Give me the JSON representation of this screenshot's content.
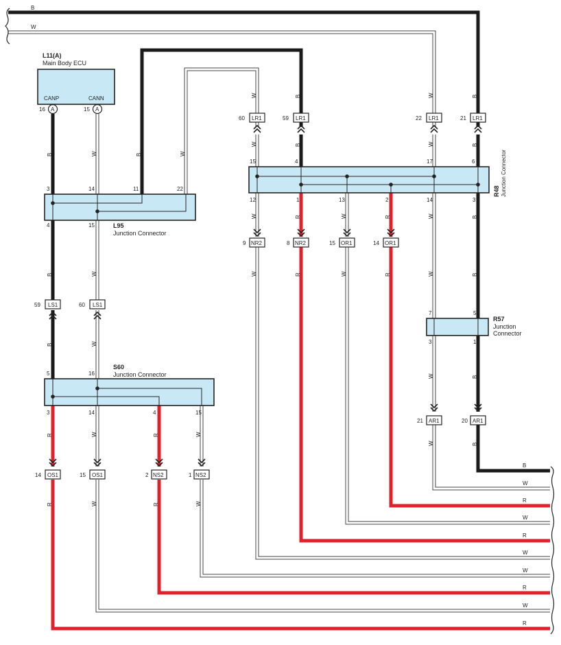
{
  "wire_colors": {
    "B": "#1a1a1a",
    "W": "#ffffff",
    "R": "#e0212b",
    "outline": "#444444",
    "box_fill": "#c9e8f5"
  },
  "icons": {
    "arrow": "chevron-double",
    "pin": "circle-letter",
    "break": "wire-break-brace"
  },
  "ecu": {
    "id": "L11(A)",
    "name": "Main Body ECU",
    "canp": "CANP",
    "cann": "CANN",
    "pin16": "16",
    "pin15": "15",
    "term_a1": "A",
    "term_a2": "A"
  },
  "l95": {
    "id": "L95",
    "name": "Junction Connector",
    "top": [
      "3",
      "14",
      "11",
      "22"
    ],
    "bottom": [
      "4",
      "15"
    ]
  },
  "r48": {
    "id": "R48",
    "name": "Junction Connector",
    "top": [
      "15",
      "4",
      "17",
      "6"
    ],
    "bottom": [
      "12",
      "1",
      "13",
      "2",
      "14",
      "3"
    ]
  },
  "r57": {
    "id": "R57",
    "name": "Junction\nConnector",
    "name1": "Junction",
    "name2": "Connector",
    "top": [
      "7",
      "5"
    ],
    "bottom": [
      "3",
      "1"
    ]
  },
  "s60": {
    "id": "S60",
    "name": "Junction Connector",
    "top": [
      "5",
      "16"
    ],
    "bottom": [
      "3",
      "14",
      "4",
      "15"
    ]
  },
  "connectors": [
    {
      "pin": "60",
      "label": "LR1"
    },
    {
      "pin": "59",
      "label": "LR1"
    },
    {
      "pin": "22",
      "label": "LR1"
    },
    {
      "pin": "21",
      "label": "LR1"
    },
    {
      "pin": "9",
      "label": "NR2"
    },
    {
      "pin": "8",
      "label": "NR2"
    },
    {
      "pin": "15",
      "label": "OR1"
    },
    {
      "pin": "14",
      "label": "OR1"
    },
    {
      "pin": "59",
      "label": "LS1"
    },
    {
      "pin": "60",
      "label": "LS1"
    },
    {
      "pin": "21",
      "label": "AR1"
    },
    {
      "pin": "20",
      "label": "AR1"
    },
    {
      "pin": "14",
      "label": "OS1"
    },
    {
      "pin": "15",
      "label": "OS1"
    },
    {
      "pin": "2",
      "label": "NS2"
    },
    {
      "pin": "1",
      "label": "NS2"
    }
  ],
  "wire_labels": {
    "b": "B",
    "w": "W",
    "r": "R"
  },
  "right_edge_labels": [
    "B",
    "W",
    "R",
    "W",
    "R",
    "W",
    "W",
    "R",
    "W",
    "R"
  ],
  "top_edge_labels": [
    "B",
    "W"
  ]
}
